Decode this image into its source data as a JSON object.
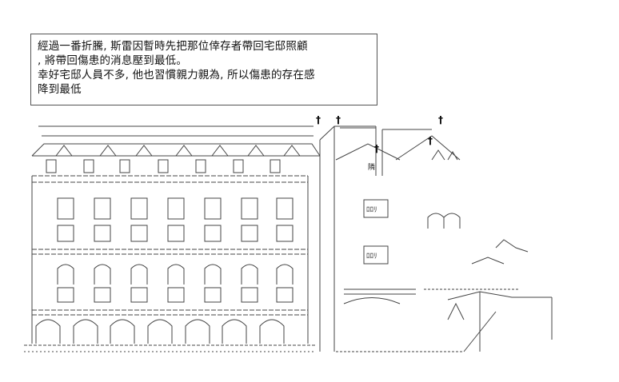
{
  "narration": {
    "lines": [
      "經過一番折騰, 斯雷因暫時先把那位倖存者帶回宅邸照顧",
      ", 將帶回傷患的消息壓到最低。",
      "幸好宅邸人員不多, 他也習慣親力親為, 所以傷患的存在感",
      "降到最低"
    ]
  },
  "art": {
    "sign_text": "隣",
    "window_text": "ﾛﾛﾘ",
    "window_text_2": "ﾛﾛﾘ",
    "cross_glyph": "†",
    "colors": {
      "ink": "#333333",
      "border": "#555555",
      "background": "#ffffff"
    }
  }
}
